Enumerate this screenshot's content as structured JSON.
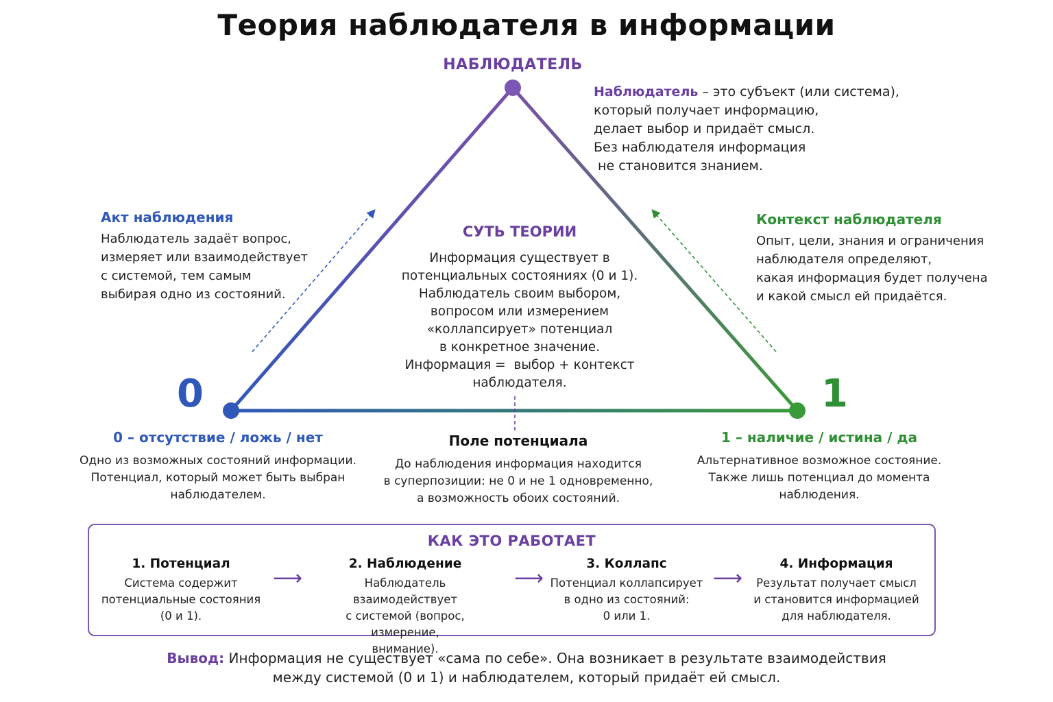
{
  "title": "Теория наблюдателя в информации",
  "observer": {
    "label": "НАБЛЮДАТЕЛЬ",
    "term": "Наблюдатель",
    "line1": " – это субъект (или система),",
    "line2": "который получает информацию,",
    "line3": "делает выбор и придаёт смысл.",
    "line4": "Без наблюдателя информация",
    "line5": " не становится знанием."
  },
  "act": {
    "heading": "Акт наблюдения",
    "lines": [
      "Наблюдатель задаёт вопрос,",
      "измеряет или взаимодействует",
      "с системой, тем самым",
      "выбирая одно из состояний."
    ]
  },
  "context": {
    "heading": "Контекст наблюдателя",
    "lines": [
      "Опыт, цели, знания и ограничения",
      "наблюдателя определяют,",
      "какая информация будет получена",
      "и какой смысл ей придаётся."
    ]
  },
  "core": {
    "heading": "СУТЬ ТЕОРИИ",
    "lines": [
      "Информация существует в",
      "потенциальных состояниях (0 и 1).",
      "Наблюдатель своим выбором,",
      "вопросом или измерением",
      "«коллапсирует» потенциал",
      "в конкретное значение.",
      "Информация =  выбор + контекст",
      "наблюдателя."
    ]
  },
  "zero": {
    "digit": "0",
    "heading": "0 – отсутствие / ложь / нет",
    "lines": [
      "Одно из возможных состояний информации.",
      "Потенциал, который может быть выбран",
      "наблюдателем."
    ]
  },
  "one": {
    "digit": "1",
    "heading": "1 – наличие / истина / да",
    "lines": [
      "Альтернативное возможное состояние.",
      "Также лишь потенциал до момента",
      "наблюдения."
    ]
  },
  "field": {
    "heading": "Поле потенциала",
    "lines": [
      "До наблюдения информация находится",
      "в суперпозиции: не 0 и не 1 одновременно,",
      "а возможность обоих состояний."
    ]
  },
  "how": {
    "title": "КАК ЭТО РАБОТАЕТ",
    "arrow": "⟶",
    "steps": [
      {
        "title": "1. Потенциал",
        "lines": [
          "Система содержит",
          "потенциальные состояния",
          "(0 и 1)."
        ]
      },
      {
        "title": "2. Наблюдение",
        "lines": [
          "Наблюдатель взаимодействует",
          "с системой (вопрос, измерение,",
          "внимание)."
        ]
      },
      {
        "title": "3. Коллапс",
        "lines": [
          "Потенциал коллапсирует",
          "в одно из состояний:",
          "0 или 1."
        ]
      },
      {
        "title": "4. Информация",
        "lines": [
          "Результат получает смысл",
          "и становится информацией",
          "для наблюдателя."
        ]
      }
    ]
  },
  "conclusion": {
    "label": "Вывод:",
    "line1": " Информация не существует «сама по себе». Она возникает в результате взаимодействия",
    "line2": "между системой (0 и 1) и наблюдателем, который придаёт ей смысл."
  },
  "colors": {
    "purple": "#6a3fa0",
    "blue": "#2f58b8",
    "green": "#2f8f35"
  }
}
